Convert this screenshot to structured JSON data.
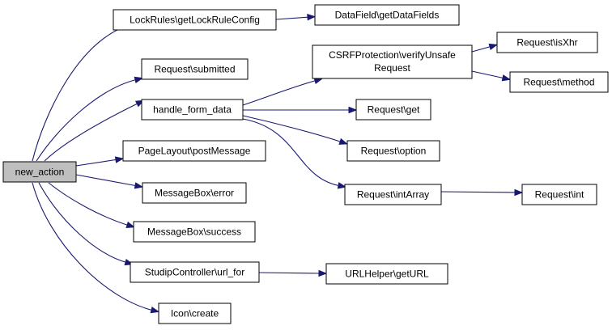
{
  "graph": {
    "nodes": [
      {
        "id": "new_action",
        "label": "new_action"
      },
      {
        "id": "getLockRuleConfig",
        "label": "LockRules\\getLockRuleConfig"
      },
      {
        "id": "getDataFields",
        "label": "DataField\\getDataFields"
      },
      {
        "id": "submitted",
        "label": "Request\\submitted"
      },
      {
        "id": "handle_form_data",
        "label": "handle_form_data"
      },
      {
        "id": "verifyUnsafe",
        "label": "CSRFProtection\\verifyUnsafe",
        "label2": "Request"
      },
      {
        "id": "isXhr",
        "label": "Request\\isXhr"
      },
      {
        "id": "method",
        "label": "Request\\method"
      },
      {
        "id": "get",
        "label": "Request\\get"
      },
      {
        "id": "postMessage",
        "label": "PageLayout\\postMessage"
      },
      {
        "id": "option",
        "label": "Request\\option"
      },
      {
        "id": "error",
        "label": "MessageBox\\error"
      },
      {
        "id": "intArray",
        "label": "Request\\intArray"
      },
      {
        "id": "int",
        "label": "Request\\int"
      },
      {
        "id": "success",
        "label": "MessageBox\\success"
      },
      {
        "id": "url_for",
        "label": "StudipController\\url_for"
      },
      {
        "id": "getURL",
        "label": "URLHelper\\getURL"
      },
      {
        "id": "icon_create",
        "label": "Icon\\create"
      }
    ],
    "edges": [
      {
        "from": "new_action",
        "to": "getLockRuleConfig"
      },
      {
        "from": "new_action",
        "to": "submitted"
      },
      {
        "from": "new_action",
        "to": "handle_form_data"
      },
      {
        "from": "new_action",
        "to": "postMessage"
      },
      {
        "from": "new_action",
        "to": "error"
      },
      {
        "from": "new_action",
        "to": "success"
      },
      {
        "from": "new_action",
        "to": "url_for"
      },
      {
        "from": "new_action",
        "to": "icon_create"
      },
      {
        "from": "getLockRuleConfig",
        "to": "getDataFields"
      },
      {
        "from": "handle_form_data",
        "to": "verifyUnsafe"
      },
      {
        "from": "handle_form_data",
        "to": "get"
      },
      {
        "from": "handle_form_data",
        "to": "option"
      },
      {
        "from": "handle_form_data",
        "to": "intArray"
      },
      {
        "from": "verifyUnsafe",
        "to": "isXhr"
      },
      {
        "from": "verifyUnsafe",
        "to": "method"
      },
      {
        "from": "intArray",
        "to": "int"
      },
      {
        "from": "url_for",
        "to": "getURL"
      }
    ],
    "colors": {
      "edge": "#191970",
      "root_fill": "#bfbfbf",
      "node_fill": "#ffffff",
      "node_border": "#000000"
    }
  }
}
